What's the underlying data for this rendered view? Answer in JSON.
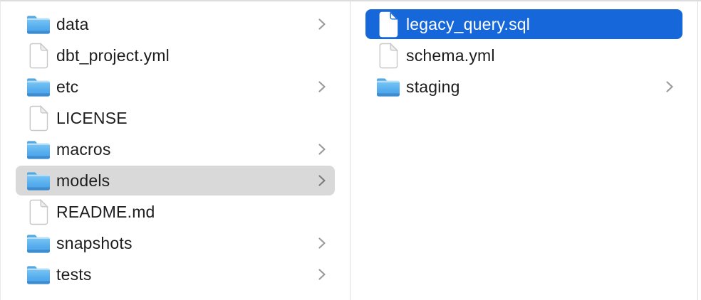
{
  "window": {
    "type": "file-browser-column-view"
  },
  "colors": {
    "selection_active": "#1667d9",
    "selection_inactive": "#d9d9d9",
    "selection_active_text": "#ffffff",
    "text": "#1d1d1f",
    "chevron": "#9b9b9b",
    "divider": "#dcdcdc",
    "folder_blue_light": "#7ec8f4",
    "folder_blue": "#47a2e9",
    "background": "#ffffff"
  },
  "columns": [
    {
      "name": "parent-column",
      "items": [
        {
          "label": "data",
          "icon": "folder-icon",
          "chevron": true,
          "selected": "none"
        },
        {
          "label": "dbt_project.yml",
          "icon": "document-icon",
          "chevron": false,
          "selected": "none"
        },
        {
          "label": "etc",
          "icon": "folder-icon",
          "chevron": true,
          "selected": "none"
        },
        {
          "label": "LICENSE",
          "icon": "document-icon",
          "chevron": false,
          "selected": "none"
        },
        {
          "label": "macros",
          "icon": "folder-icon",
          "chevron": true,
          "selected": "none"
        },
        {
          "label": "models",
          "icon": "folder-icon",
          "chevron": true,
          "selected": "inactive"
        },
        {
          "label": "README.md",
          "icon": "document-icon",
          "chevron": false,
          "selected": "none"
        },
        {
          "label": "snapshots",
          "icon": "folder-icon",
          "chevron": true,
          "selected": "none"
        },
        {
          "label": "tests",
          "icon": "folder-icon",
          "chevron": true,
          "selected": "none"
        }
      ]
    },
    {
      "name": "child-column",
      "items": [
        {
          "label": "legacy_query.sql",
          "icon": "document-icon",
          "chevron": false,
          "selected": "active"
        },
        {
          "label": "schema.yml",
          "icon": "document-icon",
          "chevron": false,
          "selected": "none"
        },
        {
          "label": "staging",
          "icon": "folder-icon",
          "chevron": true,
          "selected": "none"
        }
      ]
    }
  ]
}
